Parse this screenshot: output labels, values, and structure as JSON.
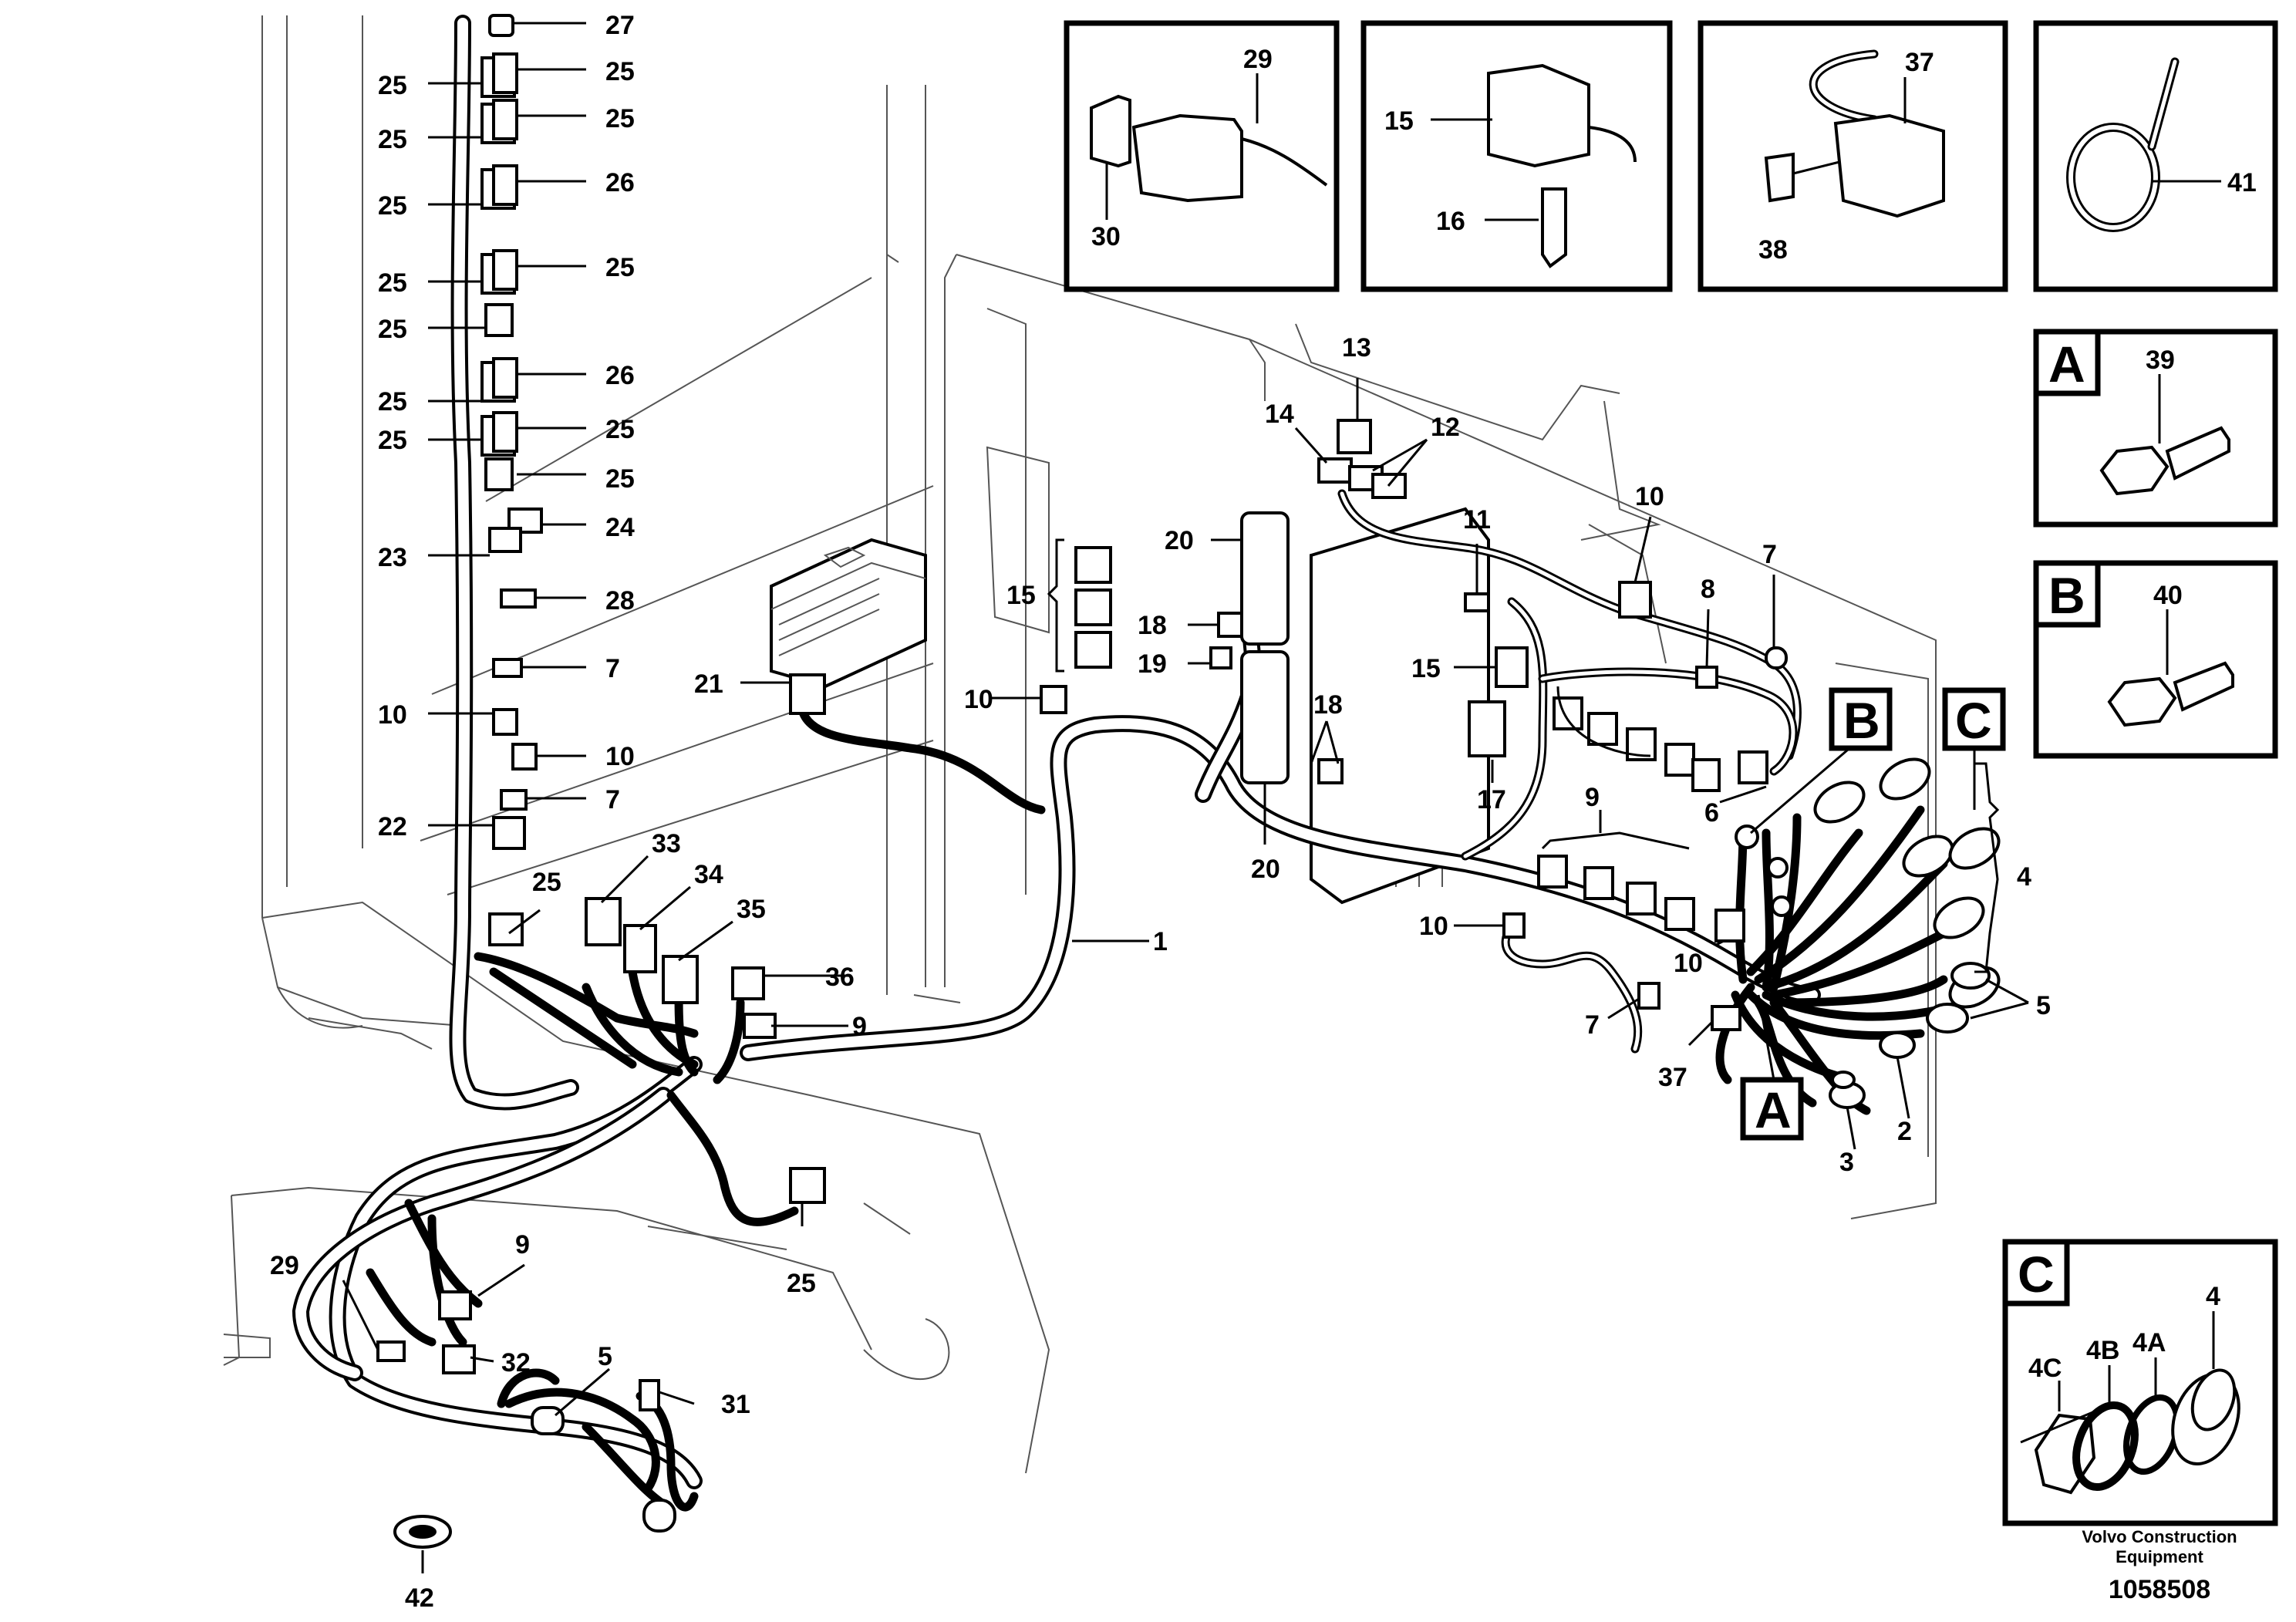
{
  "figure": {
    "footer_company_line1": "Volvo Construction",
    "footer_company_line2": "Equipment",
    "figure_number": "1058508"
  },
  "detail_boxes": [
    {
      "id": "detail-29-30",
      "labels": [
        "29",
        "30"
      ]
    },
    {
      "id": "detail-15-16",
      "labels": [
        "15",
        "16"
      ]
    },
    {
      "id": "detail-37-38",
      "labels": [
        "37",
        "38"
      ]
    },
    {
      "id": "detail-41",
      "labels": [
        "41"
      ]
    }
  ],
  "view_boxes": [
    {
      "letter": "A",
      "part": "39"
    },
    {
      "letter": "B",
      "part": "40"
    },
    {
      "letter": "C",
      "parts": [
        "4C",
        "4B",
        "4A",
        "4"
      ]
    }
  ],
  "section_markers": [
    "A",
    "B",
    "C"
  ],
  "callouts": [
    "27",
    "25",
    "25",
    "25",
    "25",
    "25",
    "26",
    "25",
    "25",
    "25",
    "25",
    "25",
    "26",
    "25",
    "25",
    "25",
    "25",
    "24",
    "23",
    "28",
    "7",
    "10",
    "10",
    "7",
    "22",
    "33",
    "34",
    "35",
    "25",
    "36",
    "9",
    "21",
    "1",
    "15",
    "10",
    "20",
    "18",
    "19",
    "20",
    "18",
    "13",
    "14",
    "12",
    "11",
    "10",
    "8",
    "7",
    "15",
    "17",
    "9",
    "9",
    "6",
    "10",
    "10",
    "7",
    "37",
    "4",
    "5",
    "2",
    "3",
    "29",
    "9",
    "32",
    "5",
    "31",
    "25",
    "42"
  ]
}
